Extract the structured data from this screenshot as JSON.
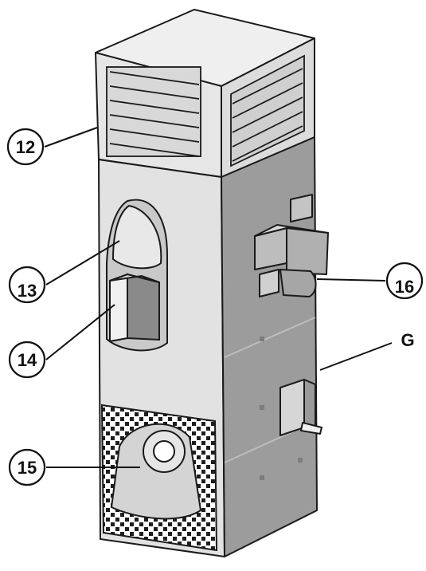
{
  "colors": {
    "outline": "#1a1a1a",
    "front_panel": "#e2e2e2",
    "side_panel": "#9c9c9c",
    "top_panel": "#efefef",
    "grille": "#1e1e1e"
  },
  "callouts": [
    {
      "id": "12",
      "label": "12",
      "part": "top louver outlet"
    },
    {
      "id": "13",
      "label": "13",
      "part": "combustion chamber"
    },
    {
      "id": "14",
      "label": "14",
      "part": "heat exchanger"
    },
    {
      "id": "15",
      "label": "15",
      "part": "fan"
    },
    {
      "id": "16",
      "label": "16",
      "part": "burner"
    },
    {
      "id": "G",
      "label": "G",
      "part": "side panel"
    }
  ]
}
